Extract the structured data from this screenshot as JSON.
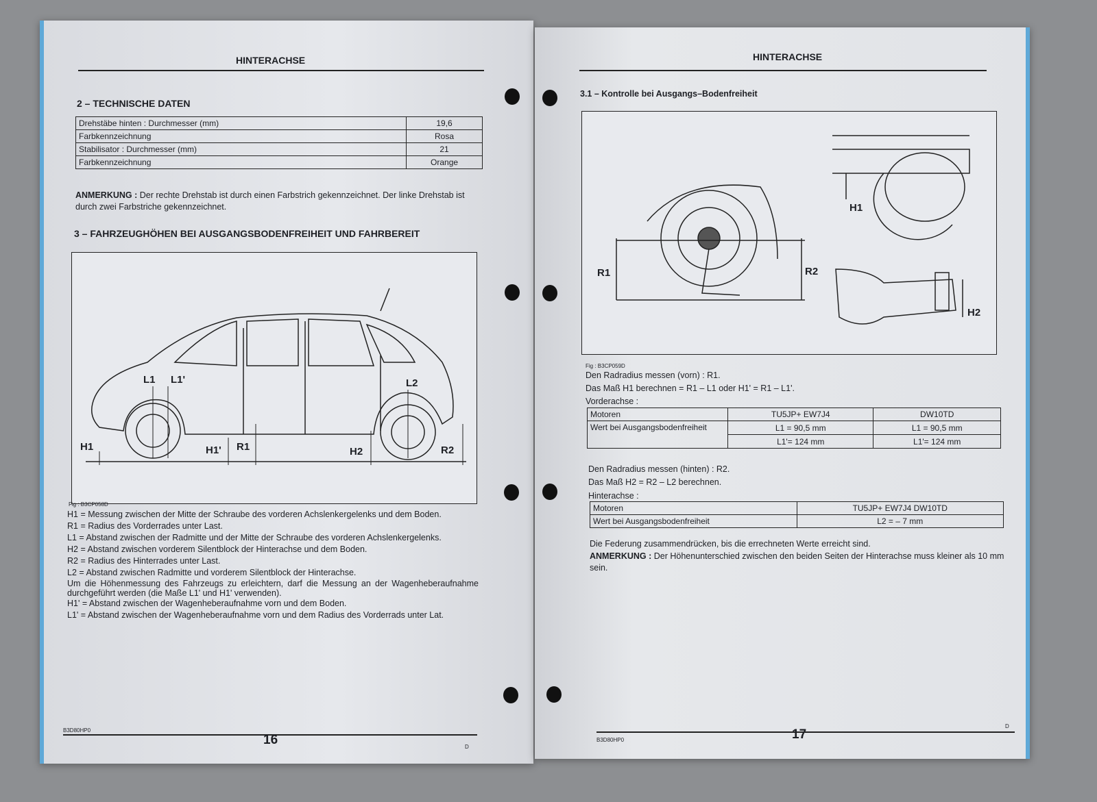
{
  "left": {
    "header": "HINTERACHSE",
    "section2_title": "2 – TECHNISCHE DATEN",
    "tech_table": [
      [
        "Drehstäbe hinten : Durchmesser (mm)",
        "19,6"
      ],
      [
        "Farbkennzeichnung",
        "Rosa"
      ],
      [
        "Stabilisator : Durchmesser (mm)",
        "21"
      ],
      [
        "Farbkennzeichnung",
        "Orange"
      ]
    ],
    "note_label": "ANMERKUNG :",
    "note_text": " Der rechte Drehstab ist durch einen Farbstrich gekennzeichnet. Der linke Drehstab ist durch zwei Farbstriche gekennzeichnet.",
    "section3_title": "3 – FAHRZEUGHÖHEN BEI AUSGANGSBODENFREIHEIT UND FAHRBEREIT",
    "figure_labels": {
      "L1": "L1",
      "L1p": "L1'",
      "L2": "L2",
      "H1": "H1",
      "H1p": "H1'",
      "R1": "R1",
      "H2": "H2",
      "R2": "R2"
    },
    "fig_caption": "Fig : B3CP058D",
    "definitions": [
      "H1 = Messung zwischen der Mitte der Schraube des vorderen Achslenkergelenks und dem Boden.",
      "R1 = Radius des Vorderrades unter Last.",
      "L1 = Abstand zwischen der Radmitte und der Mitte der Schraube des vorderen Achslenkergelenks.",
      "H2 = Abstand zwischen vorderem Silentblock der Hinterachse und dem Boden.",
      "R2 = Radius des Hinterrades unter Last.",
      "L2 = Abstand zwischen Radmitte und vorderem Silentblock der Hinterachse.",
      "Um die Höhenmessung des Fahrzeugs zu erleichtern, darf die Messung an der Wagenheberaufnahme durchgeführt werden (die Maße L1' und H1' verwenden).",
      "H1' = Abstand zwischen der Wagenheberaufnahme vorn und dem Boden.",
      "L1' = Abstand zwischen der Wagenheberaufnahme vorn und dem Radius des Vorderrads unter Lat."
    ],
    "footer_code": "B3D80HP0",
    "page_number": "16",
    "footer_mark": "D"
  },
  "right": {
    "header": "HINTERACHSE",
    "section_title": "3.1 – Kontrolle bei Ausgangs–Bodenfreiheit",
    "figure_labels": {
      "R1": "R1",
      "R2": "R2",
      "H1": "H1",
      "H2": "H2"
    },
    "fig_caption": "Fig : B3CP059D",
    "line1": "Den Radradius messen (vorn) : R1.",
    "line2": "Das Maß H1 berechnen = R1 – L1 oder H1' = R1 – L1'.",
    "front_label": "Vorderachse :",
    "front_table": {
      "motoren": "Motoren",
      "engine1": "TU5JP+  EW7J4",
      "engine2": "DW10TD",
      "wert": "Wert bei Ausgangsbodenfreiheit",
      "e1_l1": "L1 = 90,5 mm",
      "e1_l1p": "L1'= 124 mm",
      "e2_l1": "L1 = 90,5 mm",
      "e2_l1p": "L1'= 124 mm"
    },
    "line3": "Den Radradius messen (hinten) : R2.",
    "line4": "Das Maß H2 = R2 – L2 berechnen.",
    "rear_label": "Hinterachse :",
    "rear_table": {
      "motoren": "Motoren",
      "engines": "TU5JP+  EW7J4  DW10TD",
      "wert": "Wert bei Ausgangsbodenfreiheit",
      "l2": "L2 = – 7 mm"
    },
    "line5": "Die Federung zusammendrücken, bis die errechneten Werte erreicht sind.",
    "note_label": "ANMERKUNG :",
    "note_text": " Der Höhenunterschied zwischen den beiden Seiten der Hinterachse muss kleiner als 10 mm sein.",
    "footer_code": "B3D80HP0",
    "page_number": "17",
    "footer_mark": "D"
  }
}
